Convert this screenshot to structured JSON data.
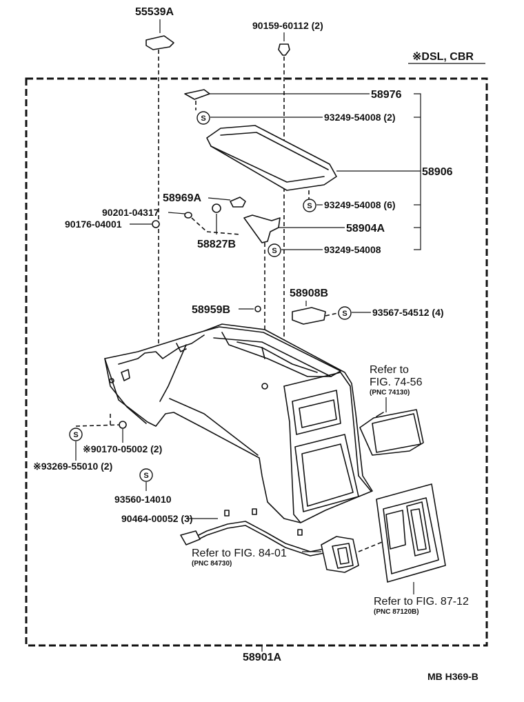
{
  "diagram": {
    "variant_note": "※DSL, CBR",
    "figure_code": "MB H369-B",
    "assembly": {
      "part_no": "58901A"
    },
    "parts": {
      "p55539A": "55539A",
      "p90159": "90159-60112 (2)",
      "p58976": "58976",
      "p93249_a": "93249-54008 (2)",
      "p58906": "58906",
      "p58969A": "58969A",
      "p90201": "90201-04317",
      "p90176": "90176-04001",
      "p93249_b": "93249-54008 (6)",
      "p58904A": "58904A",
      "p58827B": "58827B",
      "p93249_c": "93249-54008",
      "p58908B": "58908B",
      "p58959B": "58959B",
      "p93567": "93567-54512 (4)",
      "p90170": "※90170-05002 (2)",
      "p93269": "※93269-55010 (2)",
      "p93560": "93560-14010",
      "p90464": "90464-00052 (3)"
    },
    "refs": {
      "r74_line1": "Refer to",
      "r74_line2": "FIG. 74-56",
      "r74_pnc": "(PNC 74130)",
      "r84": "Refer to FIG. 84-01",
      "r84_pnc": "(PNC 84730)",
      "r87": "Refer to FIG. 87-12",
      "r87_pnc": "(PNC 87120B)"
    },
    "symbols": {
      "s": "S"
    }
  }
}
